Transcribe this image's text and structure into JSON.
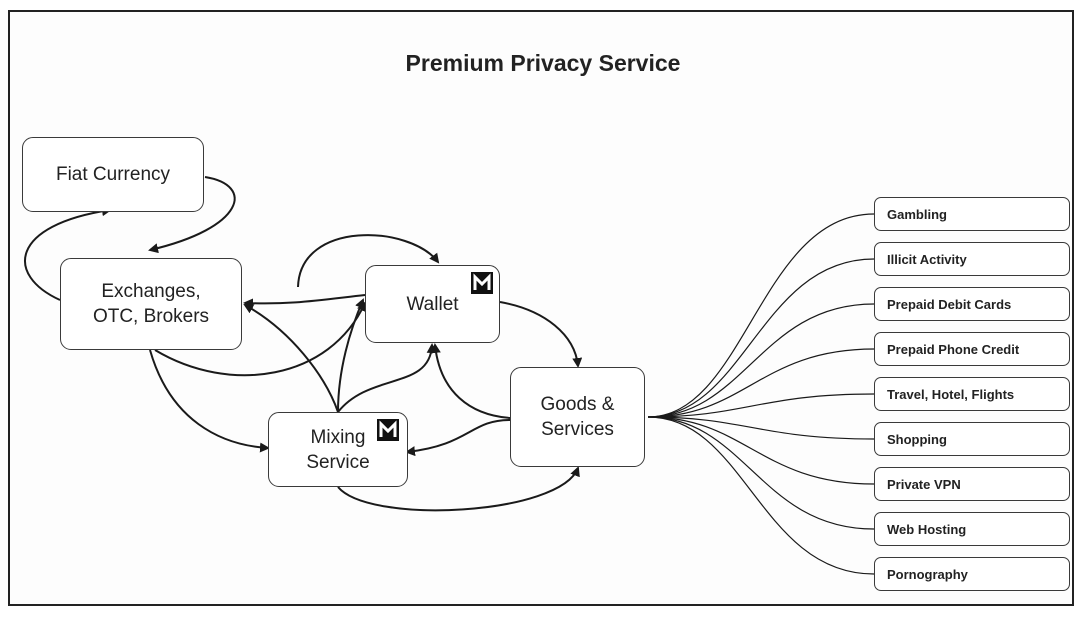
{
  "title": "Premium Privacy Service",
  "nodes": {
    "fiat": "Fiat Currency",
    "exchanges": "Exchanges,\nOTC, Brokers",
    "wallet": "Wallet",
    "mixing": "Mixing\nService",
    "goods": "Goods &\nServices"
  },
  "services": [
    "Gambling",
    "Illicit Activity",
    "Prepaid Debit Cards",
    "Prepaid Phone Credit",
    "Travel, Hotel, Flights",
    "Shopping",
    "Private VPN",
    "Web Hosting",
    "Pornography"
  ]
}
